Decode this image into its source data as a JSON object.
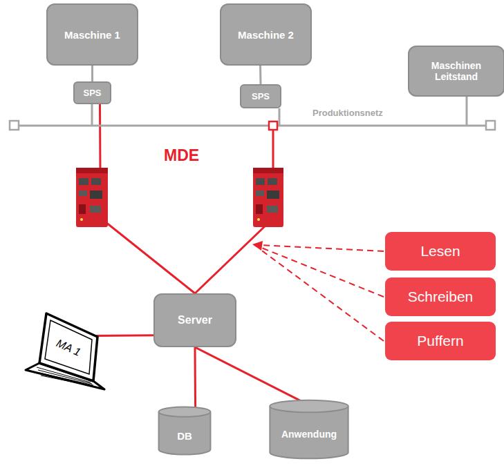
{
  "diagram": {
    "nodes": [
      {
        "text": [
          "Maschine 1"
        ]
      },
      {
        "text": [
          "SPS"
        ]
      },
      {
        "text": [
          "Maschine 2"
        ]
      },
      {
        "text": [
          "SPS"
        ]
      },
      {
        "text": [
          "Maschinen Leitstand"
        ]
      },
      {
        "text": [
          "Server"
        ]
      },
      {
        "text": [
          "MA 1"
        ]
      },
      {
        "text": [
          "DB"
        ]
      },
      {
        "text": [
          "Anwendung"
        ]
      },
      {
        "text": [
          "Lesen"
        ]
      },
      {
        "text": [
          "Schreiben"
        ]
      },
      {
        "text": [
          "Puffern"
        ]
      }
    ],
    "edges": [
      {
        "from": 0,
        "to": 1,
        "arrow": "none"
      },
      {
        "from": 2,
        "to": 3,
        "arrow": "none"
      },
      {
        "from": 1,
        "to": 5,
        "arrow": "none"
      },
      {
        "from": 5,
        "to": 6,
        "arrow": "none"
      },
      {
        "from": 5,
        "to": 7,
        "arrow": "none"
      },
      {
        "from": 5,
        "to": 8,
        "arrow": "none"
      }
    ],
    "labels": [
      "Produktionsnetz",
      "MDE"
    ]
  }
}
